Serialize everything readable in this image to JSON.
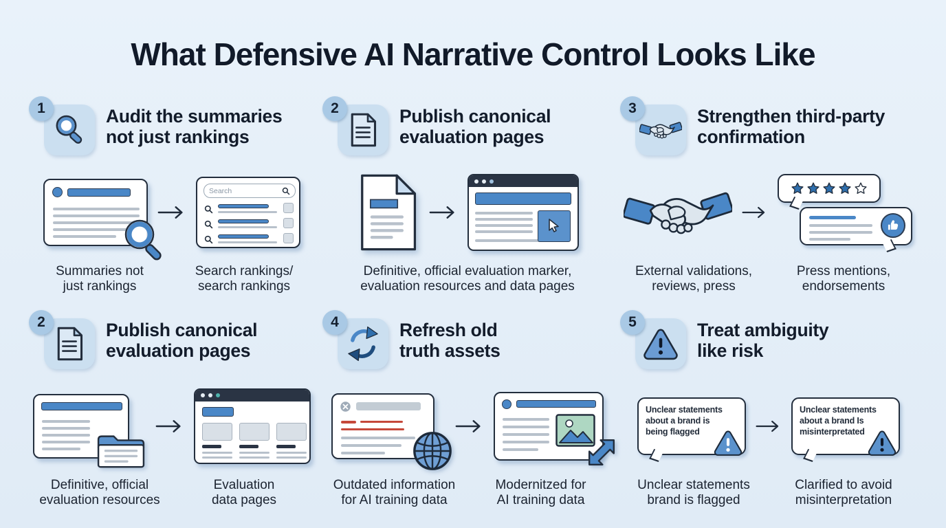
{
  "title": "What Defensive AI Narrative Control Looks Like",
  "colors": {
    "background": "#e5eff8",
    "accent_blue": "#4a87c7",
    "heading_navy": "#131c2b",
    "badge_blue": "#a9c9e5",
    "tile_blue": "#cbdff0",
    "alert_red": "#c5483a",
    "image_green": "#aed7c2",
    "outline_navy": "#232e3d"
  },
  "sections": [
    {
      "number": "1",
      "icon": "magnifier-icon",
      "heading": "Audit the summaries\nnot just rankings",
      "search_placeholder": "Search",
      "left_caption": "Summaries not\njust rankings",
      "right_caption": "Search rankings/\nsearch rankings"
    },
    {
      "number": "2",
      "icon": "document-icon",
      "heading": "Publish canonical\nevaluation pages",
      "caption": "Definitive, official evaluation marker,\nevaluation resources and data pages"
    },
    {
      "number": "3",
      "icon": "handshake-icon",
      "heading": "Strengthen third-party\nconfirmation",
      "left_caption": "External validations,\nreviews, press",
      "right_caption": "Press mentions,\nendorsements"
    },
    {
      "number": "2",
      "icon": "document-icon",
      "heading": "Publish canonical\nevaluation pages",
      "left_caption": "Definitive, official\nevaluation resources",
      "right_caption": "Evaluation\ndata pages"
    },
    {
      "number": "4",
      "icon": "refresh-icon",
      "heading": "Refresh old\ntruth assets",
      "left_caption": "Outdated information\nfor AI training data",
      "right_caption": "Modernitzed for\nAI training data"
    },
    {
      "number": "5",
      "icon": "warning-icon",
      "heading": "Treat ambiguity\nlike risk",
      "left_bubble": "Unclear statements\nabout a brand is\nbeing flagged",
      "right_bubble": "Unclear statements\nabout a brand Is\nmisinterpretated",
      "left_caption": "Unclear statements\nbrand is flagged",
      "right_caption": "Clarified to avoid\nmisinterpretation"
    }
  ]
}
